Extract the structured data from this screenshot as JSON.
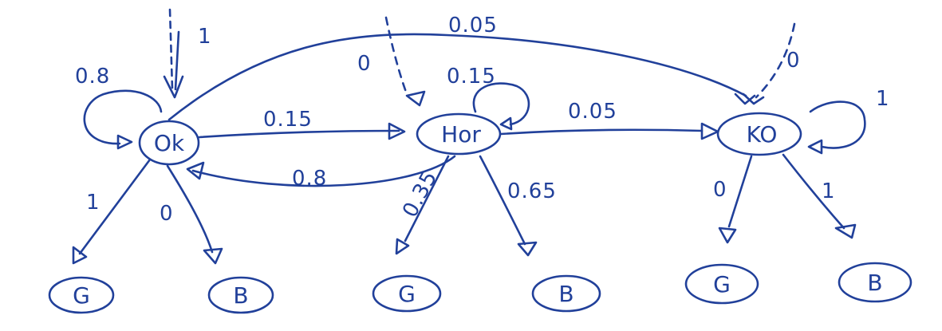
{
  "colors": {
    "ink": "#21409a",
    "background": "#ffffff"
  },
  "states": [
    {
      "id": "ok",
      "label": "Ok"
    },
    {
      "id": "hor",
      "label": "Hor"
    },
    {
      "id": "ko",
      "label": "KO"
    }
  ],
  "outputs": [
    {
      "id": "ok-g",
      "label": "G"
    },
    {
      "id": "ok-b",
      "label": "B"
    },
    {
      "id": "hor-g",
      "label": "G"
    },
    {
      "id": "hor-b",
      "label": "B"
    },
    {
      "id": "ko-g",
      "label": "G"
    },
    {
      "id": "ko-b",
      "label": "B"
    }
  ],
  "initial_probabilities": {
    "ok": "1",
    "hor": "0",
    "ko": "0"
  },
  "transitions": {
    "ok_ok": "0.8",
    "ok_hor": "0.15",
    "ok_ko": "0.05",
    "hor_hor": "0.15",
    "hor_ok": "0.8",
    "hor_ko": "0.05",
    "ko_ko": "1"
  },
  "emissions": {
    "ok_g": "1",
    "ok_b": "0",
    "hor_g": "0.35",
    "hor_b": "0.65",
    "ko_g": "0",
    "ko_b": "1"
  }
}
